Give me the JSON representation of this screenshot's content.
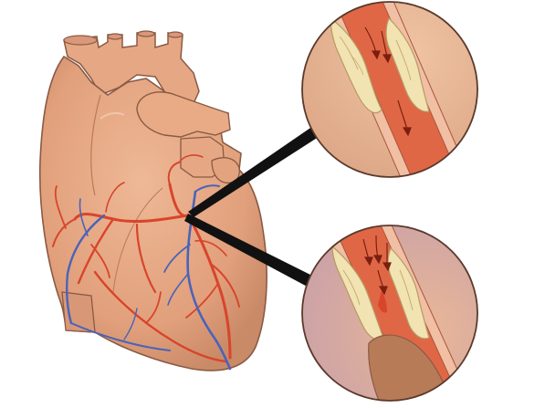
{
  "scene": {
    "subject": "heart-with-coronary-arteries",
    "callouts": [
      "artery-plaque-narrowing",
      "artery-plaque-rupture-clot"
    ]
  },
  "colors": {
    "background": "#ffffff",
    "heart_skin": "#e6a884",
    "heart_shadow": "#c98d6c",
    "heart_outline": "#8a5a44",
    "artery_red": "#d8452b",
    "vein_blue": "#4a63b8",
    "plaque": "#f1e3b2",
    "plaque_outline": "#b79a63",
    "blood": "#e06745",
    "tissue": "#eab896",
    "clot": "#b77b58",
    "leader_line": "#111111"
  }
}
